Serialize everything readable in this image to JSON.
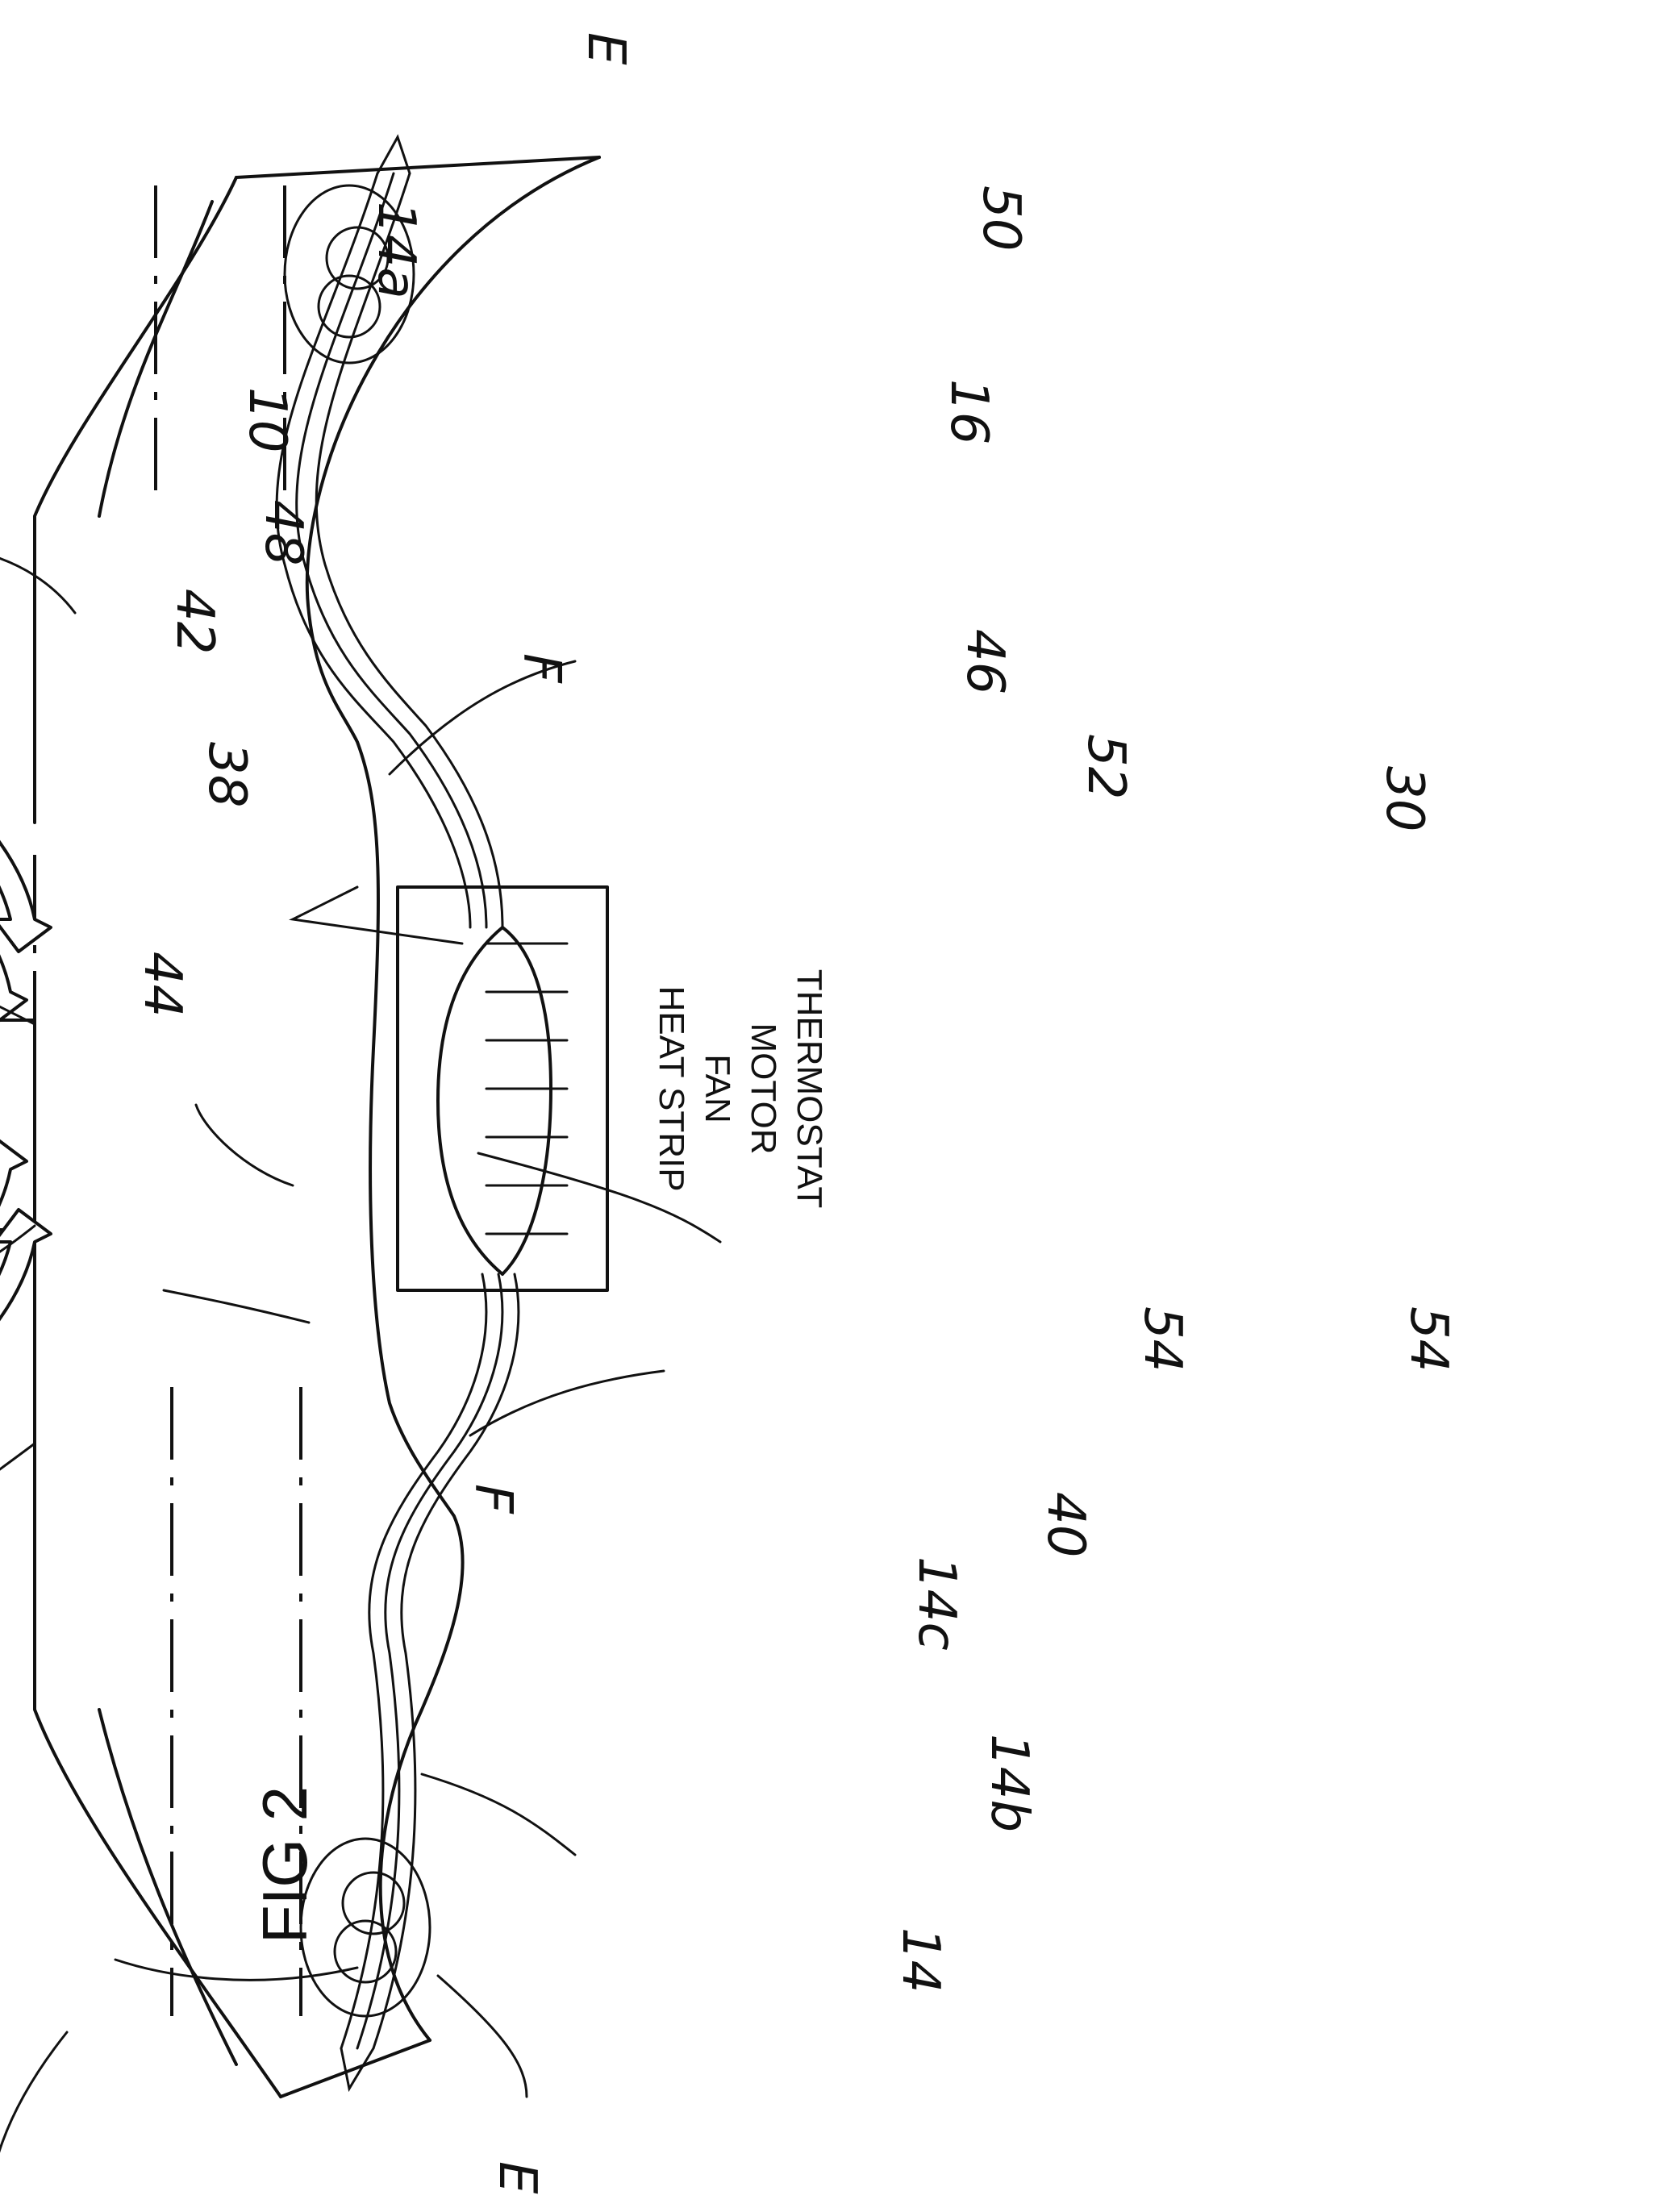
{
  "figure": {
    "title": "FIG 2",
    "box_lines": [
      "HEAT STRIP",
      "FAN",
      "MOTOR",
      "THERMOSTAT"
    ],
    "reference_labels": {
      "r10": "10",
      "r14": "14",
      "r14a": "14a",
      "r14b": "14b",
      "r14c": "14c",
      "r16": "16",
      "r30": "30",
      "r38": "38",
      "r40": "40",
      "r42": "42",
      "r44": "44",
      "r46": "46",
      "r48": "48",
      "r50": "50",
      "r52": "52",
      "r54a": "54",
      "r54b": "54",
      "flowF1": "F",
      "flowF2": "F",
      "flowE1": "E",
      "flowE2": "E"
    }
  }
}
